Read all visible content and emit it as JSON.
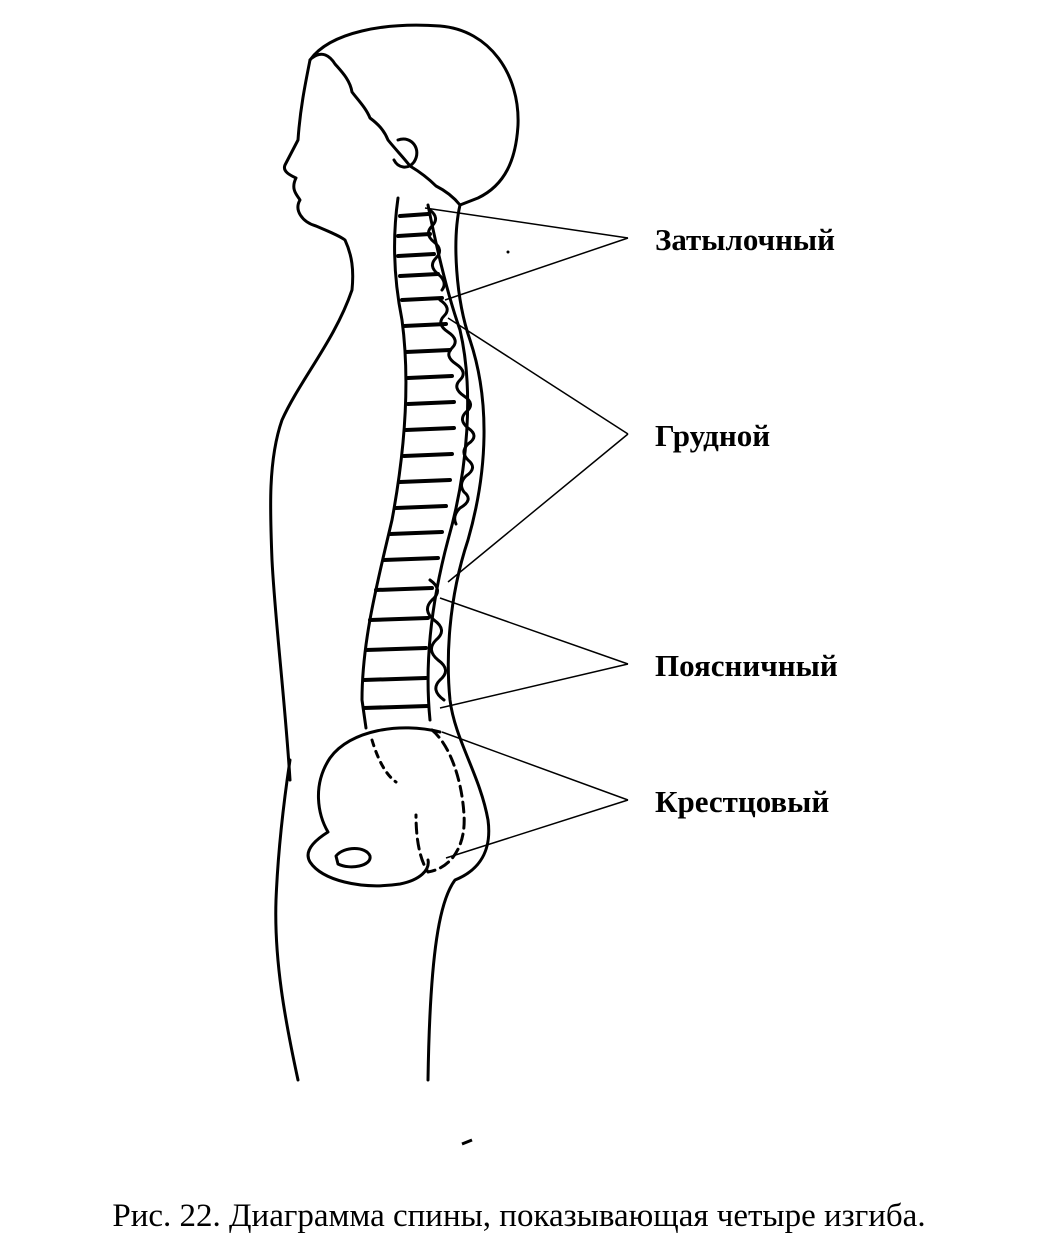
{
  "diagram": {
    "labels": {
      "occipital": "Затылочный",
      "thoracic": "Грудной",
      "lumbar": "Поясничный",
      "sacral": "Крестцовый"
    },
    "caption": "Рис. 22. Диаграмма спины, показывающая четыре изгиба."
  },
  "colors": {
    "ink": "#000000",
    "paper": "#ffffff"
  }
}
